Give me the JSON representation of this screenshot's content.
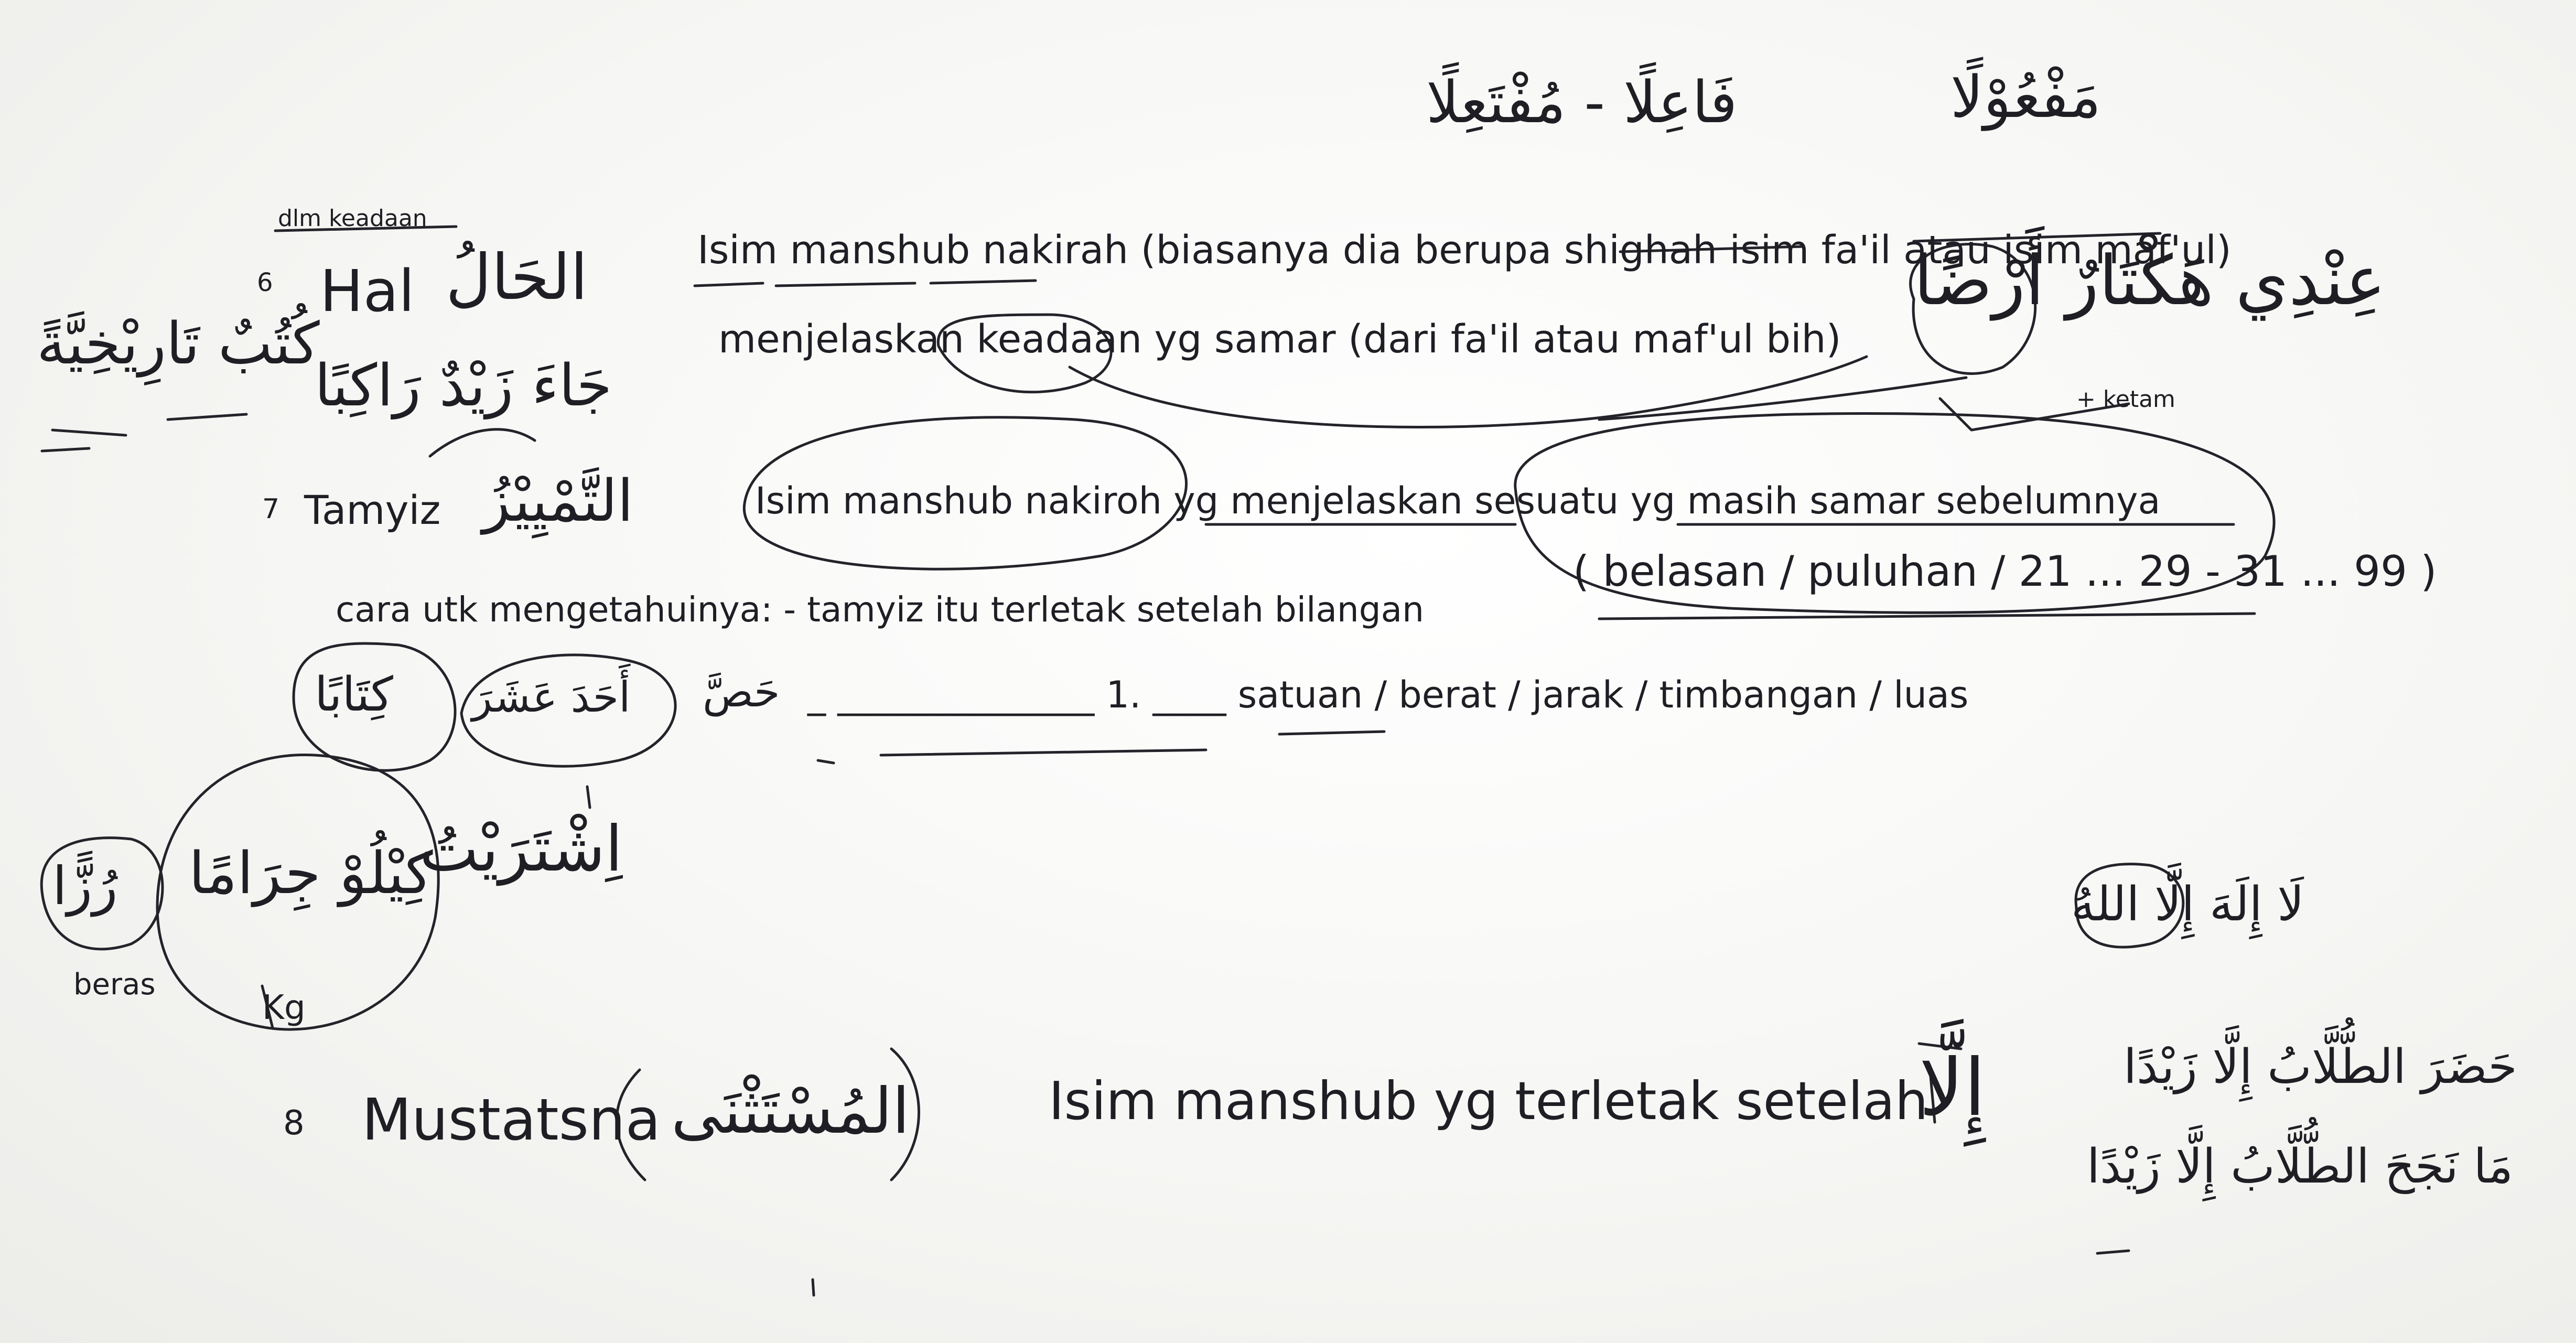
{
  "top_forms": {
    "faila_mutaalan": "فَاعِلًا - مُفْتَعِلًا",
    "maful": "مَفْعُوْلًا"
  },
  "hal": {
    "note": "dlm keadaan",
    "number": "6",
    "heading": "Hal",
    "heading_arabic": "الحَالُ",
    "definition_1": "Isim manshub nakirah (biasanya dia berupa shighah isim fa'il atau isim maf'ul)",
    "definition_2": "menjelaskan keadaan yg samar (dari fa'il atau maf'ul bih)",
    "example_1": "جَاءَ زَيْدٌ رَاكِبًا",
    "example_2": "عِنْدِي هَكْتَارٌ أَرْضًا",
    "example_left": "كُتُبٌ تَارِيْخِيَّةً",
    "tags": "+ ketam"
  },
  "tamyiz": {
    "number": "7",
    "heading": "Tamyiz",
    "heading_arabic": "التَّمْيِيْزُ",
    "definition": "Isim manshub nakiroh yg menjelaskan sesuatu yg masih samar sebelumnya",
    "howto": "cara utk mengetahuinya: - tamyiz itu terletak setelah bilangan",
    "numbers": "( belasan / puluhan / 21 ... 29 - 31 ... 99 )",
    "measure_line": "_ ______________ 1. ____ satuan / berat / jarak / timbangan / luas",
    "example_number": "أَحَدَ عَشَرَ",
    "example_word": "كِتَابًا",
    "example_plural": "حَصَّ",
    "example_buy": "اِشْتَرَيْتُ",
    "example_kilo": "كِيْلُوْ جِرَامًا",
    "example_rice": "رُزًّا",
    "label_rice": "beras",
    "label_kg": "Kg"
  },
  "mustatsna": {
    "number": "8",
    "heading": "Mustatsna",
    "heading_arabic": "المُسْتَثْنَى",
    "definition": "Isim manshub yg terletak setelah",
    "particle": "إِلَّا",
    "example_tahlil": "لَا إِلَهَ إِلَّا اللهُ",
    "example_1": "حَضَرَ الطُّلَّابُ إِلَّا زَيْدًا",
    "example_2": "مَا نَجَحَ الطُّلَّابُ إِلَّا زَيْدًا"
  }
}
